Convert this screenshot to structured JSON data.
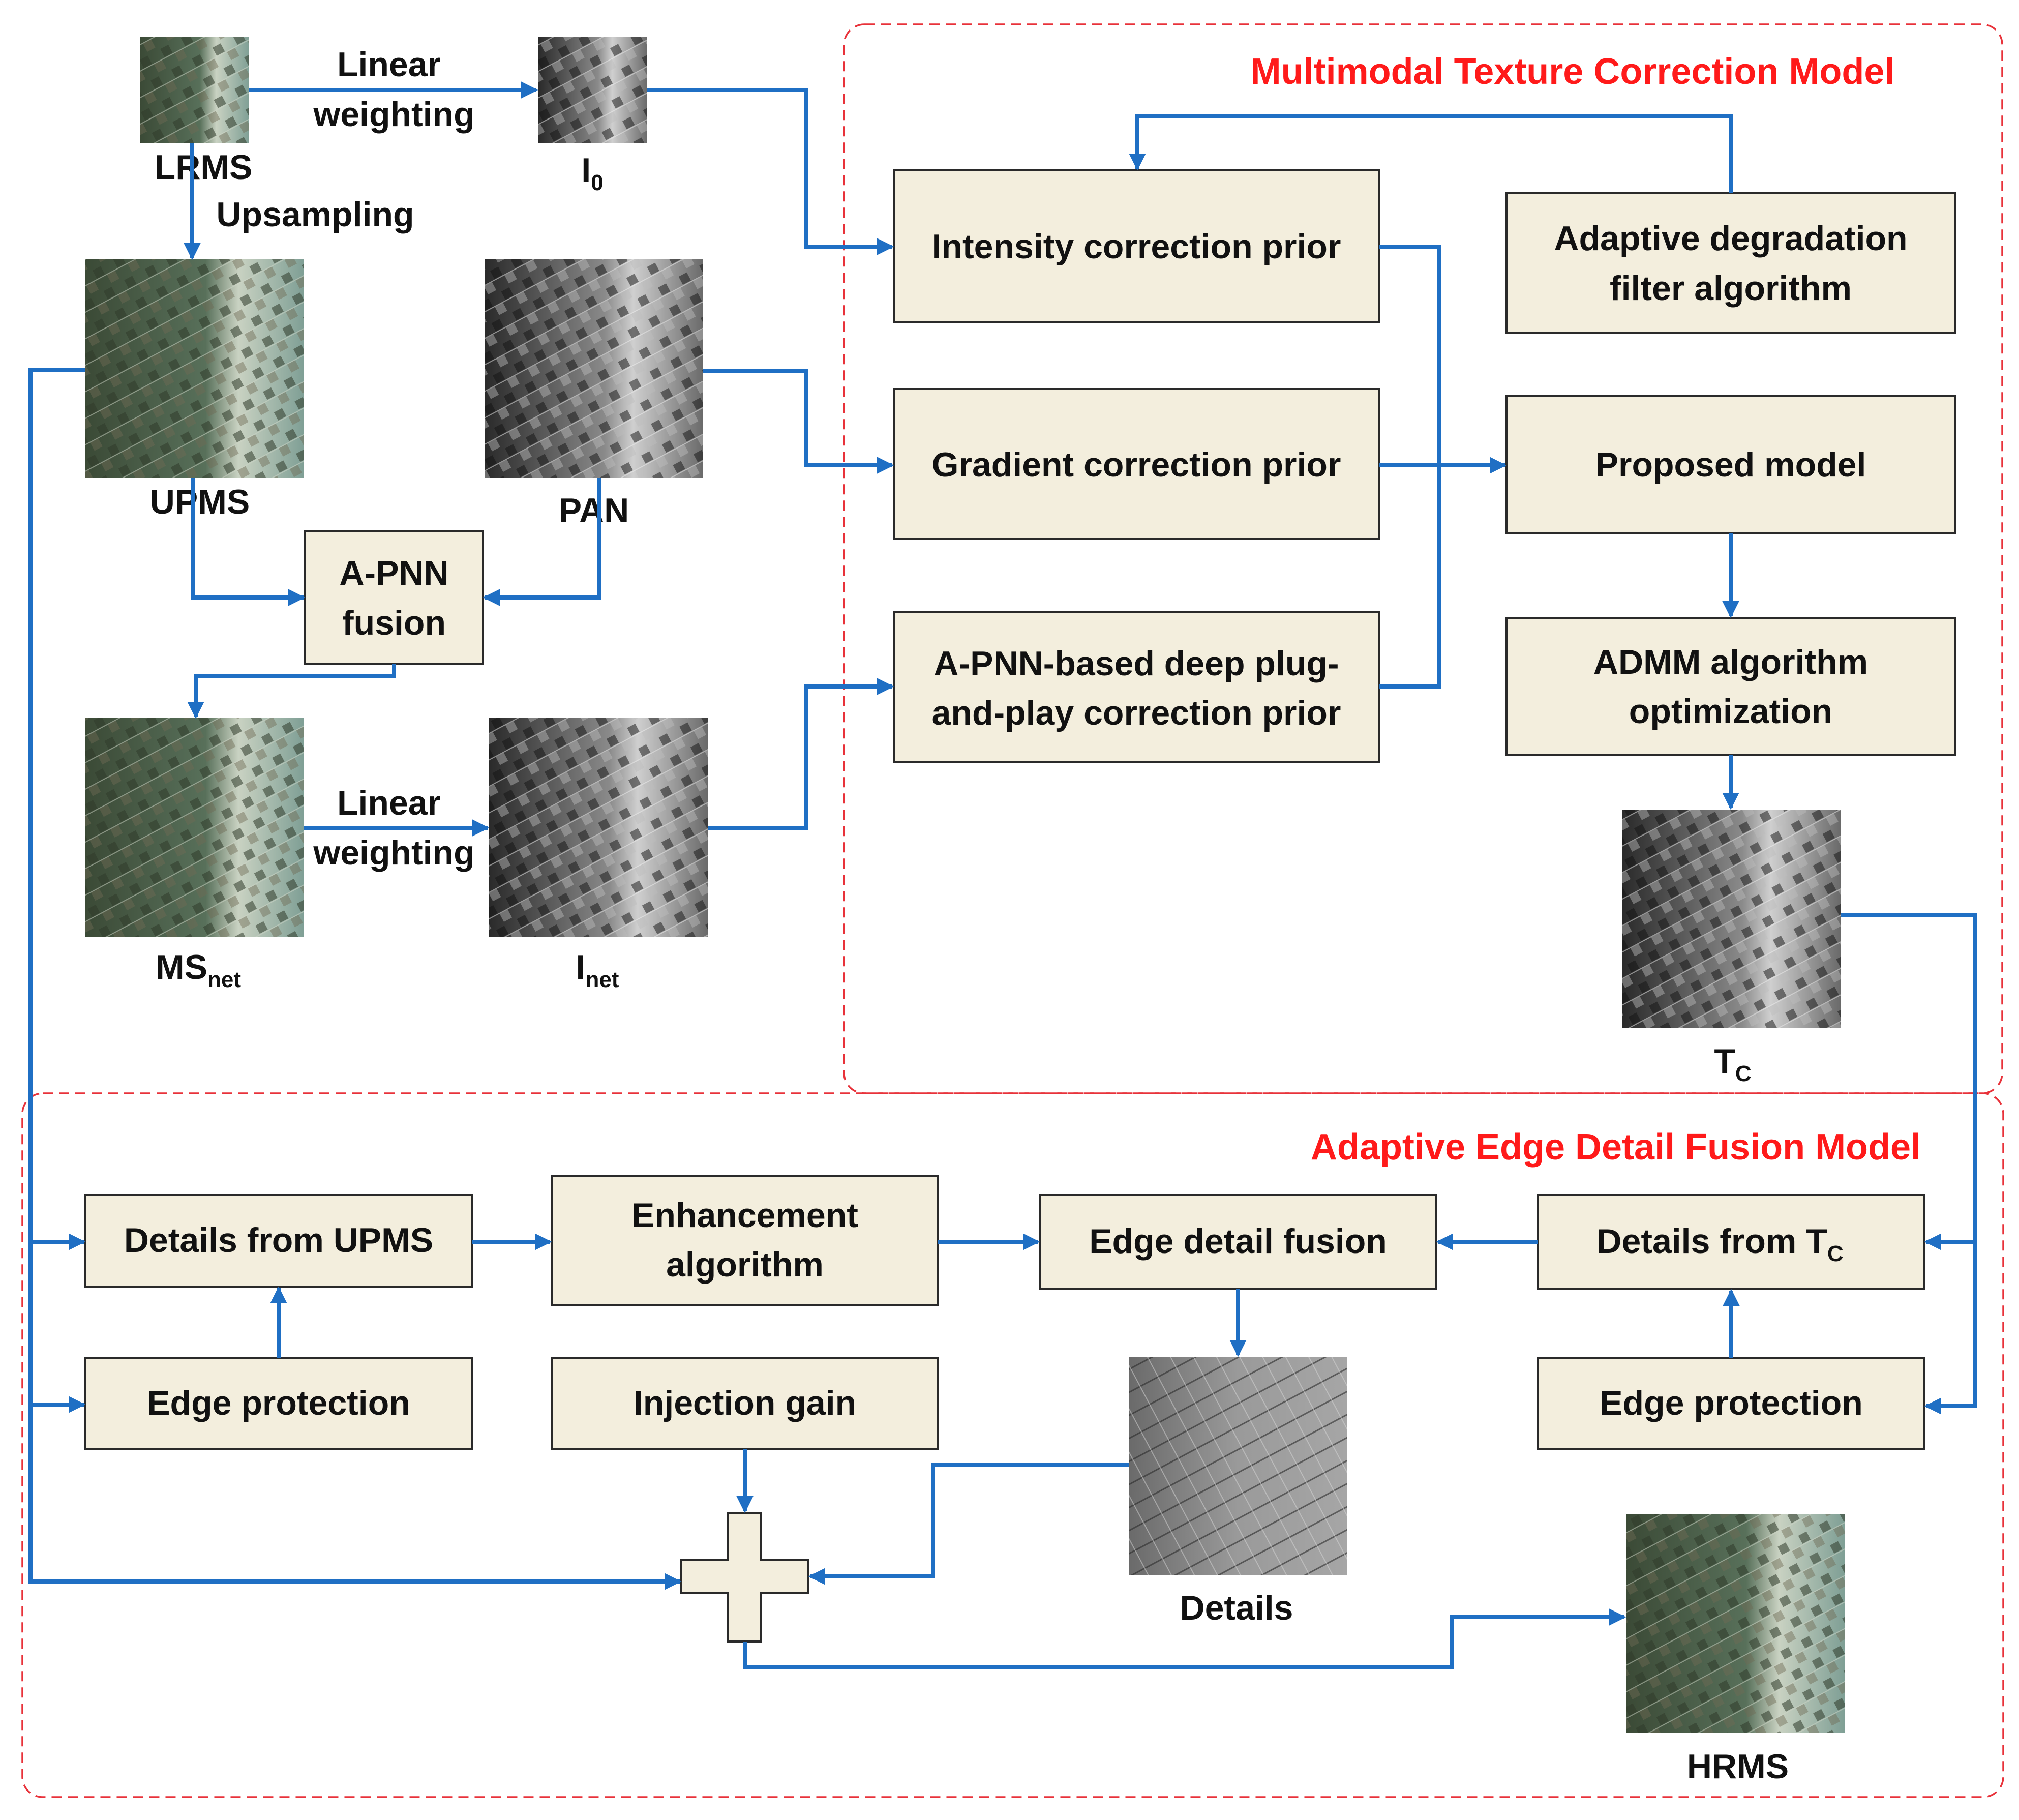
{
  "regions": {
    "texture": {
      "title": "Multimodal Texture Correction Model",
      "color": "#ff1a1a"
    },
    "edge": {
      "title": "Adaptive Edge Detail Fusion Model",
      "color": "#ff1a1a"
    }
  },
  "images": {
    "lrms": "LRMS",
    "i0_main": "I",
    "i0_sub": "0",
    "upms": "UPMS",
    "pan": "PAN",
    "msnet_main": "MS",
    "msnet_sub": "net",
    "inet_main": "I",
    "inet_sub": "net",
    "tc_main": "T",
    "tc_sub": "C",
    "details": "Details",
    "hrms": "HRMS"
  },
  "arrow_labels": {
    "linear1_a": "Linear",
    "linear1_b": "weighting",
    "upsampling": "Upsampling",
    "linear2_a": "Linear",
    "linear2_b": "weighting"
  },
  "boxes": {
    "apnn_fusion_a": "A-PNN",
    "apnn_fusion_b": "fusion",
    "intensity": "Intensity correction prior",
    "gradient": "Gradient correction prior",
    "apnn_prior_a": "A-PNN-based deep plug-",
    "apnn_prior_b": "and-play correction prior",
    "adaptive_a": "Adaptive degradation",
    "adaptive_b": "filter algorithm",
    "proposed": "Proposed model",
    "admm_a": "ADMM algorithm",
    "admm_b": "optimization",
    "details_upms": "Details from UPMS",
    "enhance_a": "Enhancement",
    "enhance_b": "algorithm",
    "edge_fusion": "Edge detail fusion",
    "details_tc_main": "Details from T",
    "details_tc_sub": "C",
    "edge_prot_left": "Edge protection",
    "injection": "Injection gain",
    "edge_prot_right": "Edge protection"
  },
  "colors": {
    "arrow": "#1f6fc4",
    "box_fill": "#f3eedd"
  }
}
